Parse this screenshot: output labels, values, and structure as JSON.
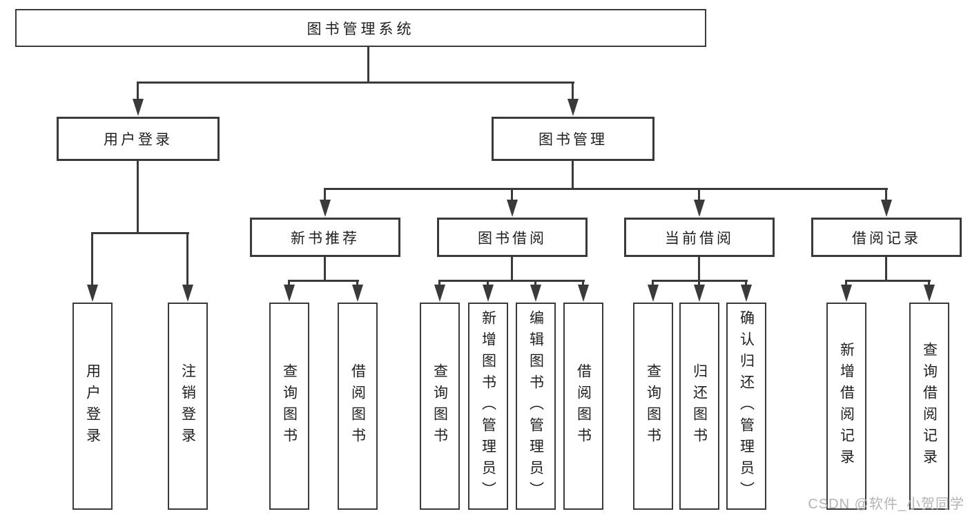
{
  "diagram": {
    "root": {
      "label": "图书管理系统"
    },
    "branches": [
      {
        "label": "用户登录",
        "children": [
          {
            "label": "用户登录"
          },
          {
            "label": "注销登录"
          }
        ]
      },
      {
        "label": "图书管理",
        "children": [
          {
            "label": "新书推荐",
            "children": [
              {
                "label": "查询图书"
              },
              {
                "label": "借阅图书"
              }
            ]
          },
          {
            "label": "图书借阅",
            "children": [
              {
                "label": "查询图书"
              },
              {
                "label": "新增图书（管理员）"
              },
              {
                "label": "编辑图书（管理员）"
              },
              {
                "label": "借阅图书"
              }
            ]
          },
          {
            "label": "当前借阅",
            "children": [
              {
                "label": "查询图书"
              },
              {
                "label": "归还图书"
              },
              {
                "label": "确认归还（管理员）"
              }
            ]
          },
          {
            "label": "借阅记录",
            "children": [
              {
                "label": "新增借阅记录"
              },
              {
                "label": "查询借阅记录"
              }
            ]
          }
        ]
      }
    ]
  },
  "watermark": "CSDN @软件_小贺同学",
  "colors": {
    "line": "#3a3a3a",
    "text": "#1f1f1f",
    "watermark": "#b4b4b4",
    "background": "#ffffff"
  }
}
